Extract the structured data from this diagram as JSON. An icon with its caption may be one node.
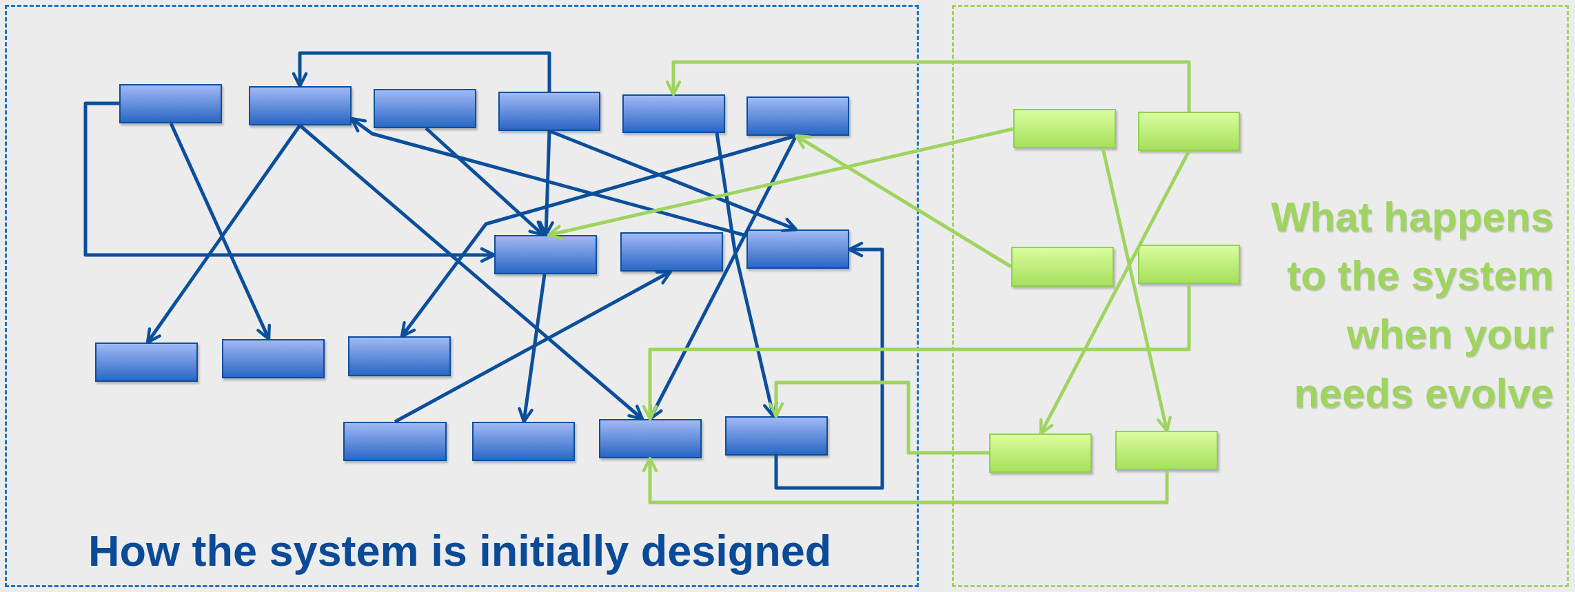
{
  "diagram": {
    "nodes": [
      {
        "text": [
          "How the system is initially designed"
        ]
      },
      {
        "text": [],
        "shape": "box",
        "in": 0
      },
      {
        "text": [],
        "shape": "box",
        "in": 0
      },
      {
        "text": [],
        "shape": "box",
        "in": 0
      },
      {
        "text": [],
        "shape": "box",
        "in": 0
      },
      {
        "text": [],
        "shape": "box",
        "in": 0
      },
      {
        "text": [],
        "shape": "box",
        "in": 0
      },
      {
        "text": [],
        "shape": "box",
        "in": 0
      },
      {
        "text": [],
        "shape": "box",
        "in": 0
      },
      {
        "text": [],
        "shape": "box",
        "in": 0
      },
      {
        "text": [],
        "shape": "box",
        "in": 0
      },
      {
        "text": [],
        "shape": "box",
        "in": 0
      },
      {
        "text": [],
        "shape": "box",
        "in": 0
      },
      {
        "text": [],
        "shape": "box",
        "in": 0
      },
      {
        "text": [],
        "shape": "box",
        "in": 0
      },
      {
        "text": [],
        "shape": "box",
        "in": 0
      },
      {
        "text": [],
        "shape": "box",
        "in": 0
      },
      {
        "text": [
          "What happens to the system when your needs evolve"
        ]
      },
      {
        "text": [],
        "shape": "box",
        "in": 17
      },
      {
        "text": [],
        "shape": "box",
        "in": 17
      },
      {
        "text": [],
        "shape": "box",
        "in": 17
      },
      {
        "text": [],
        "shape": "box",
        "in": 17
      },
      {
        "text": [],
        "shape": "box",
        "in": 17
      },
      {
        "text": [],
        "shape": "box",
        "in": 17
      }
    ],
    "edges": [
      {
        "from": 1,
        "to": 7,
        "arrow": "to"
      },
      {
        "from": 4,
        "to": 2,
        "arrow": "to"
      },
      {
        "from": 1,
        "to": 11,
        "arrow": "to"
      },
      {
        "from": 2,
        "to": 10,
        "arrow": "to"
      },
      {
        "from": 2,
        "to": 15,
        "arrow": "to"
      },
      {
        "from": 3,
        "to": 7,
        "arrow": "to"
      },
      {
        "from": 9,
        "to": 2,
        "arrow": "to"
      },
      {
        "from": 4,
        "to": 7,
        "arrow": "to"
      },
      {
        "from": 4,
        "to": 9,
        "arrow": "to"
      },
      {
        "from": 5,
        "to": 16,
        "arrow": "to"
      },
      {
        "from": 6,
        "to": 12,
        "arrow": "to"
      },
      {
        "from": 6,
        "to": 15,
        "arrow": "to"
      },
      {
        "from": 13,
        "to": 8,
        "arrow": "to"
      },
      {
        "from": 7,
        "to": 14,
        "arrow": "to"
      },
      {
        "from": 16,
        "to": 9,
        "arrow": "to"
      },
      {
        "from": 19,
        "to": 5,
        "arrow": "to",
        "color": "#9ed45f"
      },
      {
        "from": 18,
        "to": 7,
        "arrow": "to",
        "color": "#9ed45f"
      },
      {
        "from": 20,
        "to": 6,
        "arrow": "to",
        "color": "#9ed45f"
      },
      {
        "from": 18,
        "to": 23,
        "arrow": "to",
        "color": "#9ed45f"
      },
      {
        "from": 19,
        "to": 22,
        "arrow": "to",
        "color": "#9ed45f"
      },
      {
        "from": 21,
        "to": 15,
        "arrow": "to",
        "color": "#9ed45f"
      },
      {
        "from": 22,
        "to": 16,
        "arrow": "to",
        "color": "#9ed45f"
      },
      {
        "from": 23,
        "to": 15,
        "arrow": "to",
        "color": "#9ed45f"
      }
    ]
  }
}
